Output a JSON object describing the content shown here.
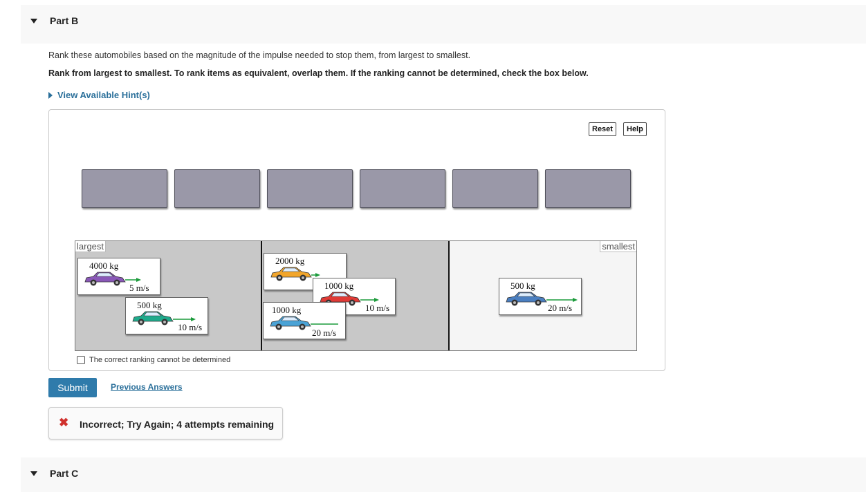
{
  "part_b": {
    "title": "Part B"
  },
  "part_c": {
    "title": "Part C"
  },
  "prompt": "Rank these automobiles based on the magnitude of the impulse needed to stop them, from largest to smallest.",
  "instructions": "Rank from largest to smallest. To rank items as equivalent, overlap them. If the ranking cannot be determined, check the box below.",
  "hint_link": "View Available Hint(s)",
  "toolbar": {
    "reset": "Reset",
    "help": "Help"
  },
  "labels": {
    "largest": "largest",
    "smallest": "smallest"
  },
  "cars": [
    {
      "mass": "4000 kg",
      "speed": "5 m/s",
      "color": "#8a58b8"
    },
    {
      "mass": "500 kg",
      "speed": "10 m/s",
      "color": "#1faa8c"
    },
    {
      "mass": "2000 kg",
      "speed": "",
      "color": "#f2a62c"
    },
    {
      "mass": "1000 kg",
      "speed": "10 m/s",
      "color": "#e03a36"
    },
    {
      "mass": "1000 kg",
      "speed": "20 m/s",
      "color": "#4aa3d6"
    },
    {
      "mass": "500 kg",
      "speed": "20 m/s",
      "color": "#4a7fc1"
    }
  ],
  "checkbox_label": "The correct ranking cannot be determined",
  "submit_label": "Submit",
  "previous_answers": "Previous Answers",
  "feedback": {
    "icon": "x-icon",
    "text": "Incorrect; Try Again; 4 attempts remaining",
    "color": "#d0312d"
  }
}
